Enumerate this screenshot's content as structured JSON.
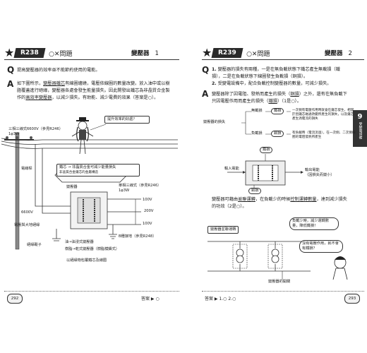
{
  "left": {
    "question_id": "R238",
    "title_type": "○✕問題",
    "chapter": "變壓器",
    "chapter_num": "1",
    "q_mark": "Q",
    "question": "提高變壓器的效率並不能節約使用的電能。",
    "a_mark": "A",
    "answer_pre": "如下圖所示，",
    "answer_term1": "變壓器鐵芯",
    "answer_mid": "有線圈纏繞，電壓依線圈的數量改變。放入油中或以樹脂覆蓋進行絕緣，變壓器各處會發生能量損失。因此開發出鐵芯為非晶質合金製作的",
    "answer_term2": "高效率變壓器",
    "answer_end": "，以減少損失。有助能、減少電費的效果（答案是○）。",
    "bubble_top": "提升效率的好處？",
    "bubble_core": "鐵芯 → 非晶質合金可減少能量損失",
    "bubble_core_sub": "非晶質合金鐵芯的金屬構造",
    "label_3phase_high": "三相三線式6600V（參見R246）",
    "label_kw1": "1φ3W",
    "label_pole": "電線桿",
    "label_6600": "6600V",
    "label_grounding_high": "電壓與大地絕緣",
    "label_transformer": "變壓器",
    "label_single_phase": "單相三線式（參見R246）",
    "label_kw2": "1φ3W",
    "label_100v_a": "100V",
    "label_200v": "200V",
    "label_100v_b": "100V",
    "label_grounding_b": "B種接地（參見R248）",
    "label_insulator": "絕緣礙子",
    "label_oil": "油→油浸式變壓器",
    "label_resin": "樹脂→乾式變壓器（樹脂模鑄式）",
    "label_bottom": "以絕緣物包覆鐵芯及線圈",
    "page_number": "292",
    "answer_label": "答案",
    "answer_value": "○"
  },
  "right": {
    "question_id": "R239",
    "title_type": "○✕問題",
    "chapter": "變壓器",
    "chapter_num": "2",
    "q_mark": "Q",
    "q1_num": "1.",
    "q1": "變壓器的損失有兩種，一是在無負載狀態下鐵芯產生無載損（鐵損），二是在負載狀態下線圈發生負載損（銅損）。",
    "q2_num": "2.",
    "q2": "受變電設備中，配合負載控制變壓器的數量，可減少損失。",
    "a_mark": "A",
    "answer_pre": "變壓器除了因電阻、發熱而產生的損失（",
    "answer_term1": "銅損",
    "answer_mid": "）之外，還有在無負載下只因電壓作用而產生的損失（",
    "answer_term2": "鐵損",
    "answer_end": "）（1是○）。",
    "loss_title": "變壓器的損失",
    "no_load": "無載損",
    "iron_loss": "鐵損",
    "iron_desc": "一次側有電壓作用時就會在鐵芯發生，相當於因鐵芯磁通改變所產生的損失，以及鐵芯產生渦電流的損失",
    "load_loss": "負載損",
    "copper_loss": "銅損",
    "copper_desc": "有負載時（電流流過），在一次側、二次側線圈的電阻發熱所產生",
    "label_iron": "鐵損",
    "label_input": "輸入電能",
    "label_copper": "銅損",
    "label_output": "輸出電能",
    "label_output_sub": "（因損失而變小）",
    "para2_pre": "變壓器可藉由",
    "para2_term1": "並聯運轉",
    "para2_mid": "，在負載少的時候",
    "para2_term2": "控制運轉數量",
    "para2_end": "，達到減少損失的功效（2是○）。",
    "bubble_parallel": "變壓器並聯運轉",
    "bubble_less": "負載少時，減少運轉數量，降低鐵損！",
    "bubble_none": "沒有電壓作用，就不會有鐵損？",
    "label_switch": "變壓器的開關",
    "page_number": "293",
    "answer_label": "答案",
    "answer_1": "1.○",
    "answer_2": "2.○",
    "tab_number": "9",
    "tab_text": "受變電設備"
  }
}
